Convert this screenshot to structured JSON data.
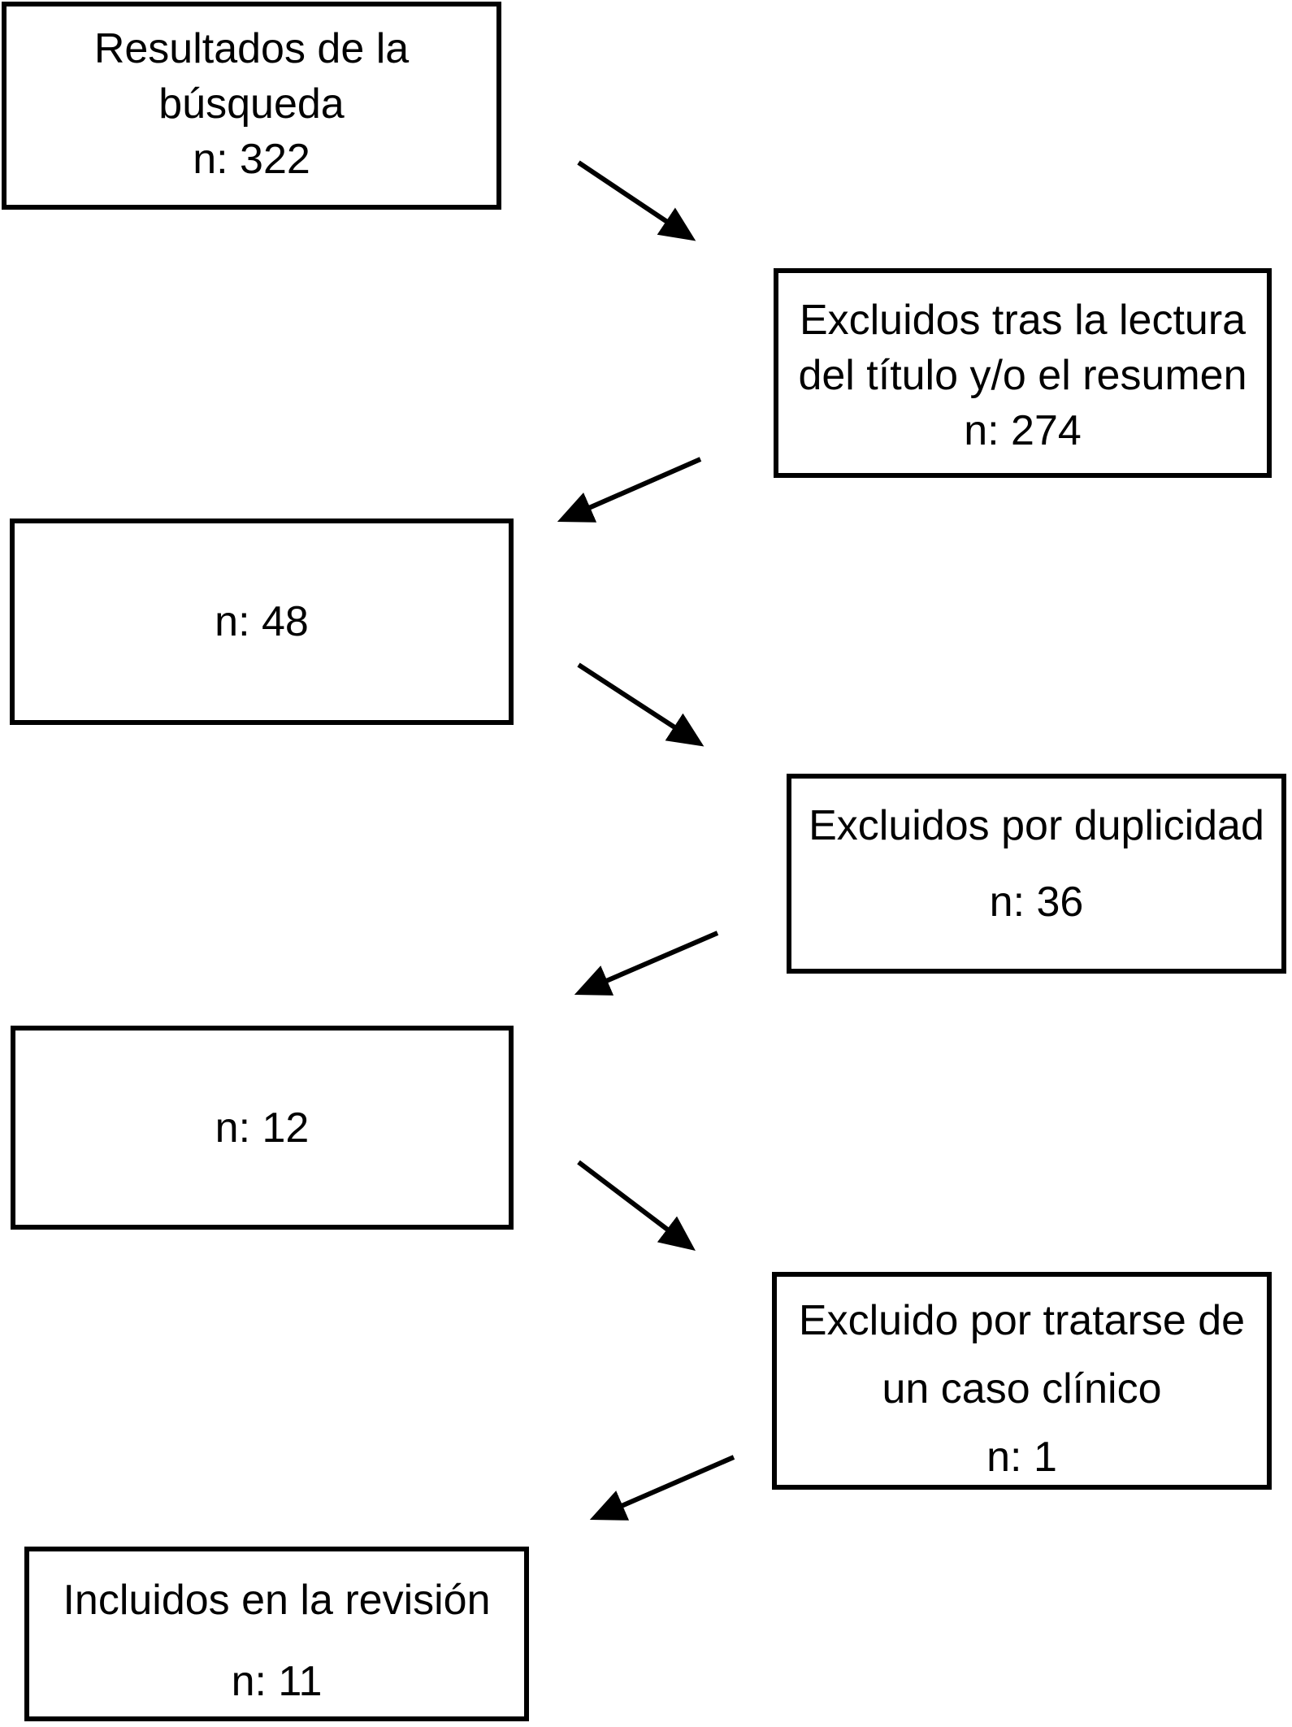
{
  "diagram": {
    "type": "flowchart",
    "language": "es",
    "background_color": "#ffffff",
    "box_border_color": "#000000",
    "arrow_color": "#000000",
    "boxes": [
      {
        "id": "resultados-busqueda",
        "lines": [
          "Resultados de la",
          "búsqueda",
          "n: 322"
        ]
      },
      {
        "id": "excluidos-lectura",
        "lines": [
          "Excluidos tras la lectura",
          "del título y/o el resumen",
          "n: 274"
        ]
      },
      {
        "id": "tras-lectura",
        "lines": [
          "n: 48"
        ]
      },
      {
        "id": "excluidos-duplicidad",
        "lines": [
          "Excluidos por duplicidad",
          "n: 36"
        ]
      },
      {
        "id": "tras-duplicados",
        "lines": [
          "n: 12"
        ]
      },
      {
        "id": "excluido-caso-clinico",
        "lines": [
          "Excluido por tratarse de",
          "un caso clínico",
          "n: 1"
        ]
      },
      {
        "id": "incluidos-revision",
        "lines": [
          "Incluidos en la revisión",
          "n: 11"
        ]
      }
    ],
    "connections": [
      {
        "from": "resultados-busqueda",
        "to": "excluidos-lectura"
      },
      {
        "from": "excluidos-lectura",
        "to": "tras-lectura"
      },
      {
        "from": "tras-lectura",
        "to": "excluidos-duplicidad"
      },
      {
        "from": "excluidos-duplicidad",
        "to": "tras-duplicados"
      },
      {
        "from": "tras-duplicados",
        "to": "excluido-caso-clinico"
      },
      {
        "from": "excluido-caso-clinico",
        "to": "incluidos-revision"
      }
    ]
  }
}
